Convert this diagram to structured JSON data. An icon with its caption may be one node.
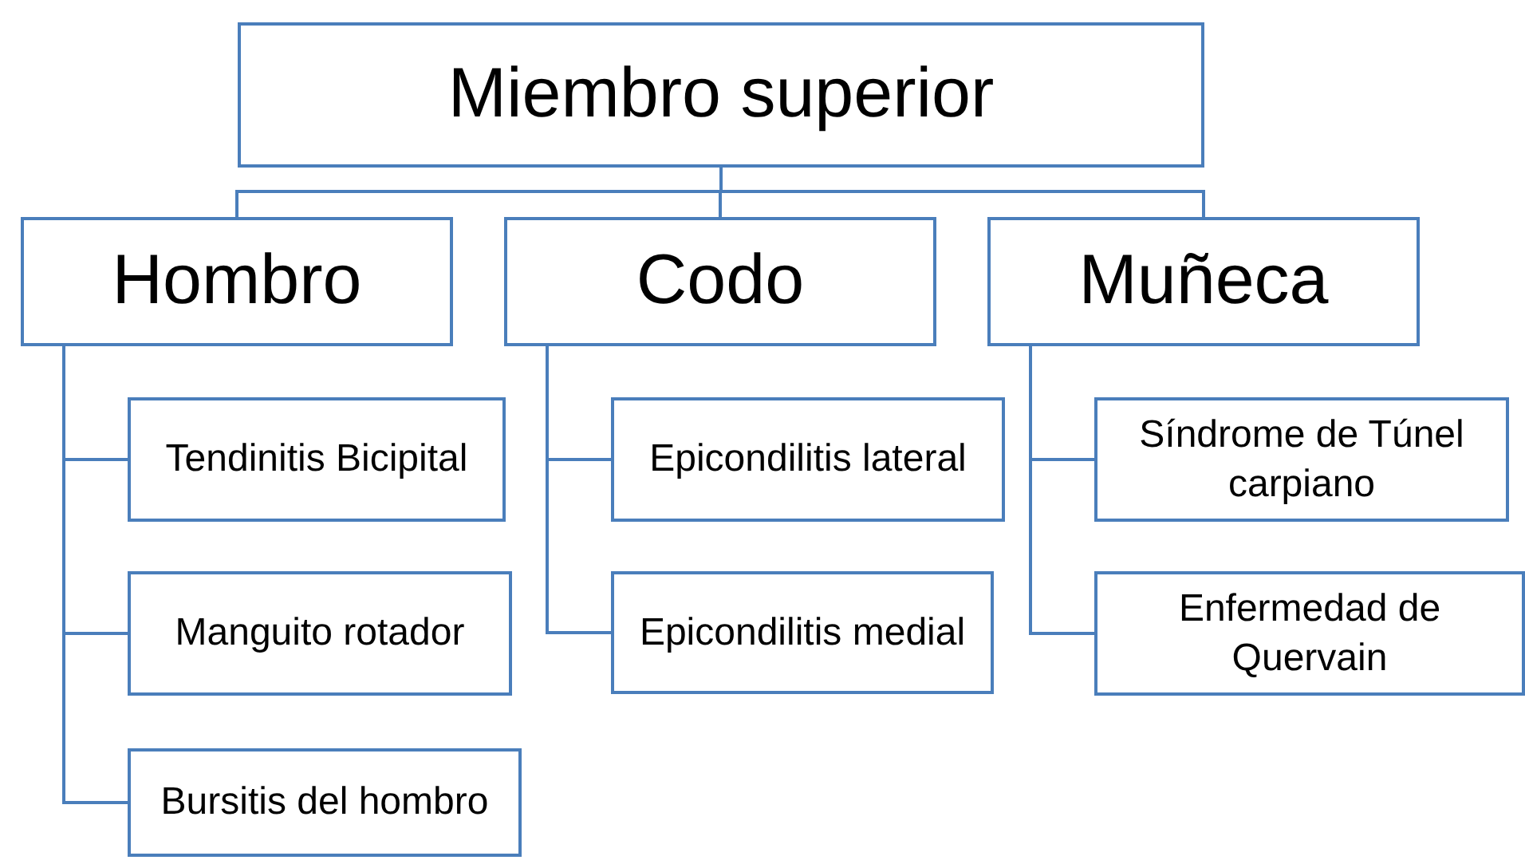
{
  "diagram": {
    "nodes": [
      {
        "text": [
          "Miembro superior"
        ]
      },
      {
        "text": [
          "Hombro"
        ]
      },
      {
        "text": [
          "Codo"
        ]
      },
      {
        "text": [
          "Muñeca"
        ]
      },
      {
        "text": [
          "Tendinitis Bicipital"
        ]
      },
      {
        "text": [
          "Manguito rotador"
        ]
      },
      {
        "text": [
          "Bursitis del hombro"
        ]
      },
      {
        "text": [
          "Epicondilitis lateral"
        ]
      },
      {
        "text": [
          "Epicondilitis medial"
        ]
      },
      {
        "text": [
          "Síndrome de Túnel carpiano"
        ]
      },
      {
        "text": [
          "Enfermedad de Quervain"
        ]
      }
    ],
    "edges": [
      {
        "from": 0,
        "to": 1,
        "arrow": "none"
      },
      {
        "from": 0,
        "to": 2,
        "arrow": "none"
      },
      {
        "from": 0,
        "to": 3,
        "arrow": "none"
      },
      {
        "from": 1,
        "to": 4,
        "arrow": "none"
      },
      {
        "from": 1,
        "to": 5,
        "arrow": "none"
      },
      {
        "from": 1,
        "to": 6,
        "arrow": "none"
      },
      {
        "from": 2,
        "to": 7,
        "arrow": "none"
      },
      {
        "from": 2,
        "to": 8,
        "arrow": "none"
      },
      {
        "from": 3,
        "to": 9,
        "arrow": "none"
      },
      {
        "from": 3,
        "to": 10,
        "arrow": "none"
      }
    ]
  }
}
